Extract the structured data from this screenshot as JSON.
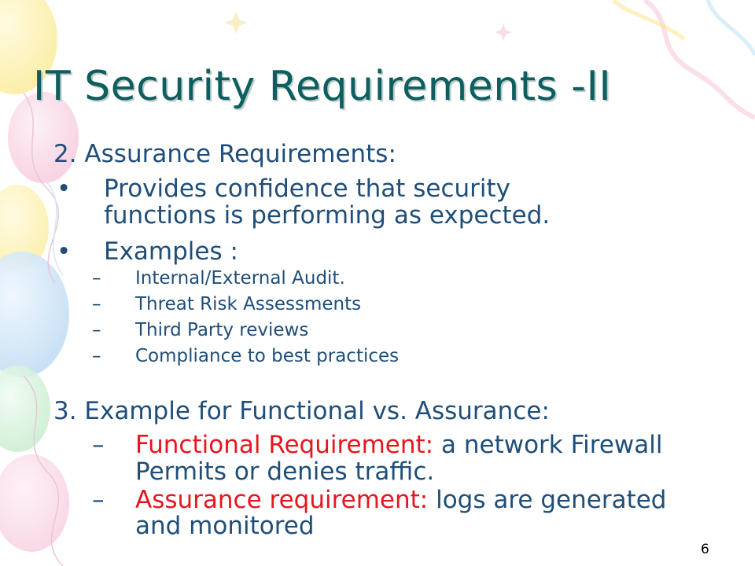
{
  "slide": {
    "title": "IT Security Requirements -II",
    "section2": {
      "heading": "2. Assurance Requirements:",
      "bullets": [
        {
          "marker": "•",
          "lines": [
            "Provides confidence that security",
            "functions is performing as expected."
          ]
        },
        {
          "marker": "•",
          "lines": [
            "Examples :"
          ]
        }
      ],
      "examples": [
        {
          "marker": "–",
          "text": "Internal/External Audit."
        },
        {
          "marker": "–",
          "text": "Threat Risk Assessments"
        },
        {
          "marker": "–",
          "text": "Third Party reviews"
        },
        {
          "marker": "–",
          "text": "Compliance to best practices"
        }
      ]
    },
    "section3": {
      "heading": "3. Example for Functional vs. Assurance:",
      "items": [
        {
          "marker": "–",
          "term": "Functional Requirement:",
          "rest": " a network Firewall",
          "line2": "Permits or denies traffic."
        },
        {
          "marker": "–",
          "term": "Assurance requirement:",
          "rest": " logs are generated",
          "line2": "and monitored"
        }
      ]
    },
    "page_number": "6"
  },
  "colors": {
    "title": "#0d5e5e",
    "body": "#1f4e79",
    "highlight": "#e6161e"
  }
}
